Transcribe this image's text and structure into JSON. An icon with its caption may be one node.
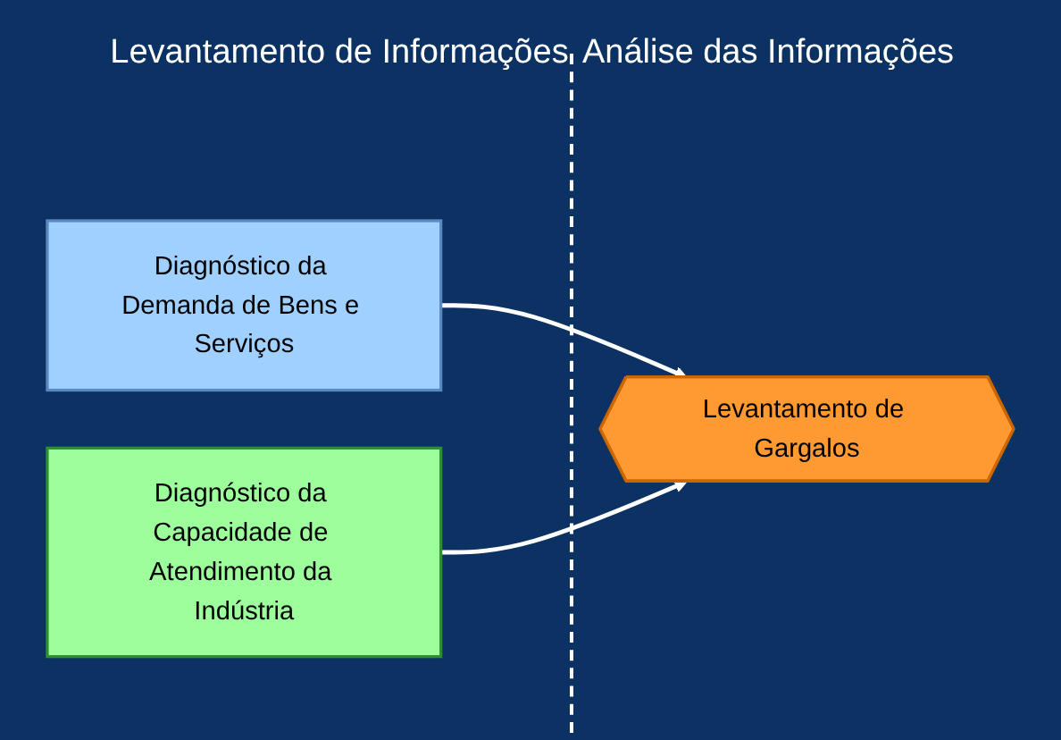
{
  "diagram": {
    "nodes": [
      {
        "text": [
          "Diagnóstico da Demanda de Bens e Serviços"
        ]
      },
      {
        "text": [
          "Diagnóstico da Capacidade de Atendimento da Indústria"
        ]
      },
      {
        "text": [
          "Levantamento de Gargalos"
        ]
      }
    ],
    "edges": [
      {
        "from": 0,
        "to": 2,
        "arrow": "to",
        "color": "#ffffff"
      },
      {
        "from": 1,
        "to": 2,
        "arrow": "to",
        "color": "#ffffff"
      }
    ],
    "labels": [
      "Levantamento de Informações",
      "Análise das Informações"
    ]
  }
}
